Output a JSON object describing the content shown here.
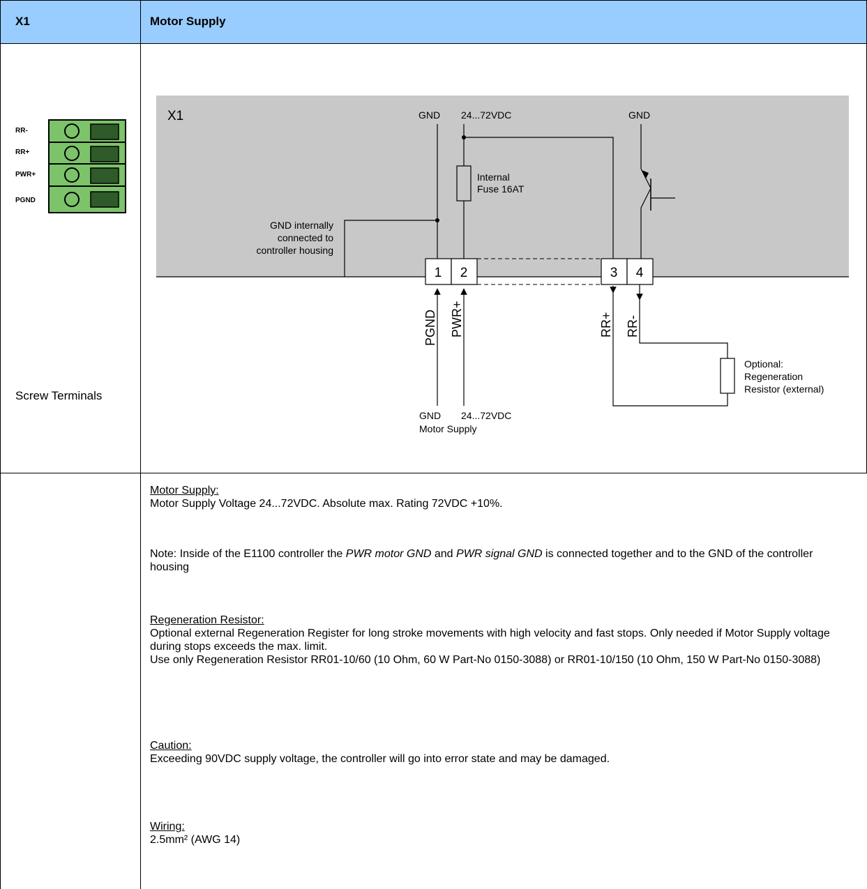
{
  "header": {
    "col1": "X1",
    "col2": "Motor Supply"
  },
  "connector": {
    "pins": [
      "RR-",
      "RR+",
      "PWR+",
      "PGND"
    ],
    "caption": "Screw Terminals",
    "colors": {
      "body": "#7cc36a",
      "block": "#2f5a2a",
      "outline": "#000000"
    }
  },
  "diagram": {
    "box_label": "X1",
    "top_gnd_left": "GND",
    "top_supply": "24...72VDC",
    "top_gnd_right": "GND",
    "fuse_line1": "Internal",
    "fuse_line2": "Fuse 16AT",
    "gnd_note_line1": "GND internally",
    "gnd_note_line2": "connected to",
    "gnd_note_line3": "controller housing",
    "terminal_1": "1",
    "terminal_2": "2",
    "terminal_3": "3",
    "terminal_4": "4",
    "wire_pgnd": "PGND",
    "wire_pwr": "PWR+",
    "wire_rrp": "RR+",
    "wire_rrm": "RR-",
    "resistor_line1": "Optional:",
    "resistor_line2": "Regeneration",
    "resistor_line3": "Resistor (external)",
    "bottom_gnd": "GND",
    "bottom_supply": "24...72VDC",
    "bottom_caption": "Motor Supply",
    "colors": {
      "box": "#c8c8c8",
      "wire": "#000000"
    }
  },
  "description": {
    "motor_heading": "Motor Supply:",
    "motor_text": "Motor Supply Voltage 24...72VDC. Absolute max. Rating 72VDC +10%.",
    "note_prefix": "Note: Inside of the E1100 controller the ",
    "note_italic1": "PWR motor GND",
    "note_and": " and ",
    "note_italic2": "PWR signal GND",
    "note_suffix": " is connected together and to the GND of the controller housing",
    "regen_heading": "Regeneration Resistor:",
    "regen_text1": "Optional external Regeneration Register for long stroke movements with high velocity and fast stops. Only needed if Motor Supply voltage during stops exceeds the max. limit.",
    "regen_text2": "Use only Regeneration Resistor  RR01-10/60   (10 Ohm, 60 W  Part-No 0150-3088) or RR01-10/150   (10 Ohm, 150 W  Part-No 0150-3088)",
    "caution_heading": "Caution:",
    "caution_text": "Exceeding 90VDC supply voltage, the controller will go into error state and may be damaged.",
    "wiring_heading": "Wiring:",
    "wiring_text": "2.5mm² (AWG 14)"
  }
}
